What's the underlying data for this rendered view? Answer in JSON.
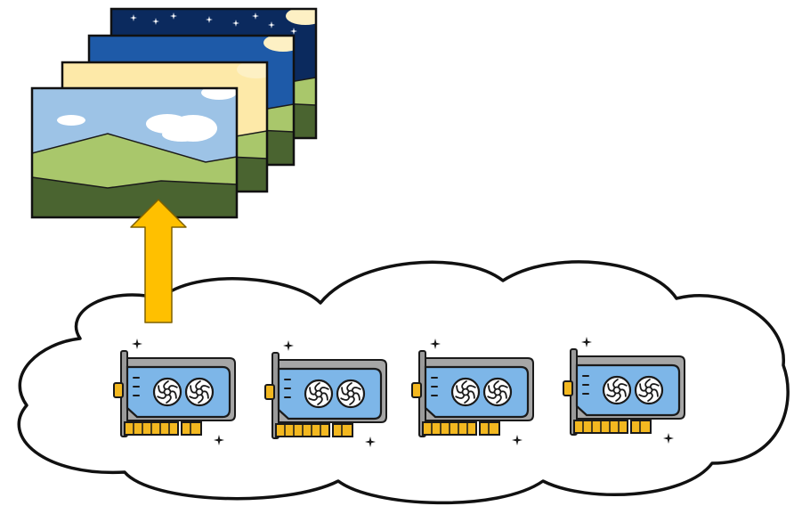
{
  "diagram": {
    "image_stack": {
      "frames": [
        {
          "scene": "night",
          "sky_color": "#0b2a5e",
          "has_stars": true,
          "has_moon": true
        },
        {
          "scene": "evening",
          "sky_color": "#1e5aa8",
          "has_stars": false,
          "has_moon": true
        },
        {
          "scene": "dawn",
          "sky_color": "#fde9a8",
          "has_stars": false,
          "has_moon": true
        },
        {
          "scene": "day",
          "sky_color": "#9dc3e6",
          "has_stars": false,
          "has_moon": false
        }
      ],
      "hill_light": "#a9c76b",
      "hill_mid": "#7fa14a",
      "ground_dark": "#4a6430"
    },
    "arrow": {
      "color": "#ffc000",
      "outline": "#7f6000",
      "direction": "up"
    },
    "cloud": {
      "fill": "#ffffff",
      "stroke": "#111111"
    },
    "gpus": {
      "count": 4,
      "icon": "gpu-card-icon",
      "board_color": "#7db6e8",
      "fan_color": "#ffffff",
      "bracket_color": "#9a9a9a",
      "connector_color": "#f3b820",
      "outline": "#1a1a1a"
    }
  }
}
